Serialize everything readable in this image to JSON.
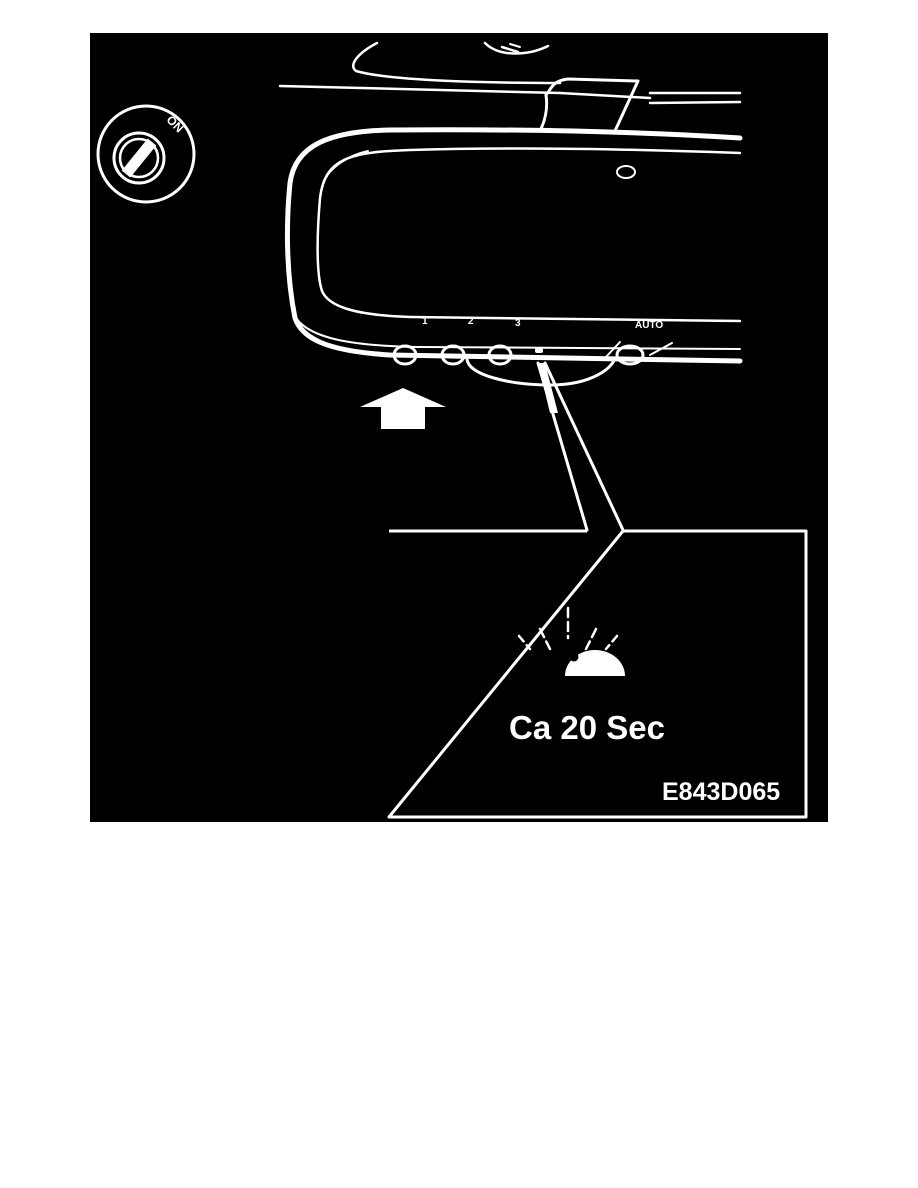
{
  "figure": {
    "id": "E843D065",
    "background": "#000000",
    "foreground": "#ffffff",
    "ignition": {
      "label": "ON"
    },
    "mirror": {
      "buttons": [
        {
          "label": "1"
        },
        {
          "label": "2"
        },
        {
          "label": "3"
        }
      ],
      "auto_label": "AUTO"
    },
    "callout": {
      "icon": "indicator-light-icon",
      "text": "Ca 20 Sec"
    },
    "arrow": "up-arrow-icon"
  }
}
